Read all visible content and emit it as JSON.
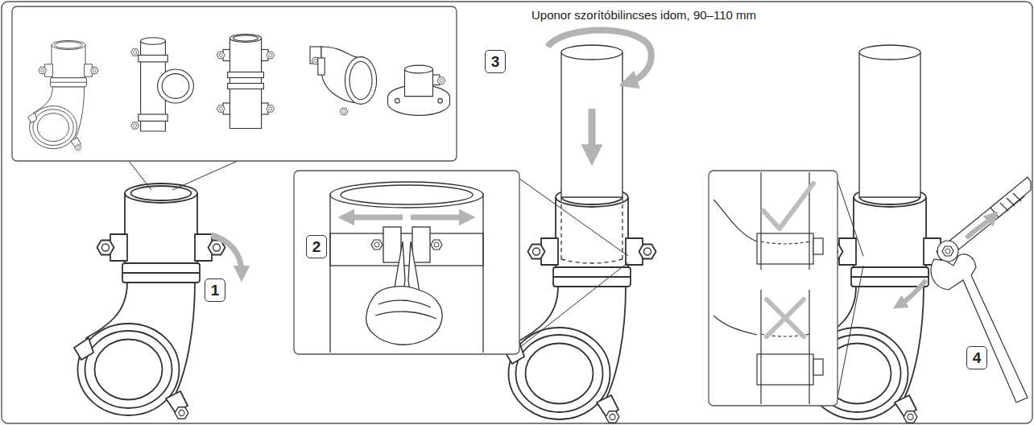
{
  "diagram": {
    "title": "Uponor szorítóbilincses idom, 90–110 mm",
    "nodes": [
      {
        "text": [
          "1"
        ]
      },
      {
        "text": [
          "2"
        ]
      },
      {
        "text": [
          "3"
        ]
      },
      {
        "text": [
          "4"
        ]
      }
    ]
  }
}
